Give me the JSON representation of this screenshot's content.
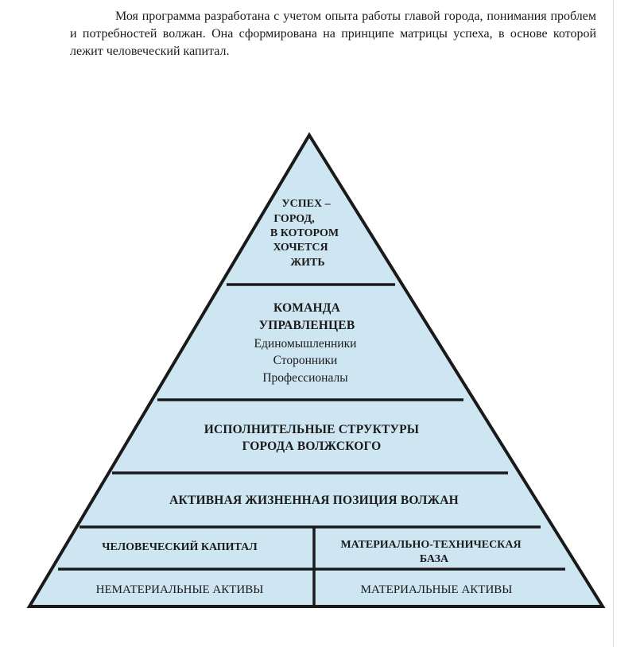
{
  "intro_text": "Моя программа разработана с учетом опыта работы главой города, понимания проблем и потребностей волжан. Она сформирована на принципе матрицы успеха, в основе которой лежит человеческий капитал.",
  "pyramid": {
    "colors": {
      "fill": "#cde6f1",
      "stroke": "#1a1a1a"
    },
    "apex": {
      "lines": [
        "УСПЕХ –",
        "ГОРОД,",
        "В КОТОРОМ",
        "ХОЧЕТСЯ",
        "ЖИТЬ"
      ]
    },
    "team": {
      "title_lines": [
        "КОМАНДА",
        "УПРАВЛЕНЦЕВ"
      ],
      "items": [
        "Единомышленники",
        "Сторонники",
        "Профессионалы"
      ]
    },
    "structures": {
      "lines": [
        "ИСПОЛНИТЕЛЬНЫЕ СТРУКТУРЫ",
        "ГОРОДА ВОЛЖСКОГО"
      ]
    },
    "position": {
      "label": "АКТИВНАЯ ЖИЗНЕННАЯ ПОЗИЦИЯ ВОЛЖАН"
    },
    "capital": {
      "label": "ЧЕЛОВЕЧЕСКИЙ КАПИТАЛ"
    },
    "base": {
      "lines": [
        "МАТЕРИАЛЬНО-ТЕХНИЧЕСКАЯ",
        "БАЗА"
      ]
    },
    "intangible": {
      "label": "НЕМАТЕРИАЛЬНЫЕ АКТИВЫ"
    },
    "tangible": {
      "label": "МАТЕРИАЛЬНЫЕ АКТИВЫ"
    }
  }
}
